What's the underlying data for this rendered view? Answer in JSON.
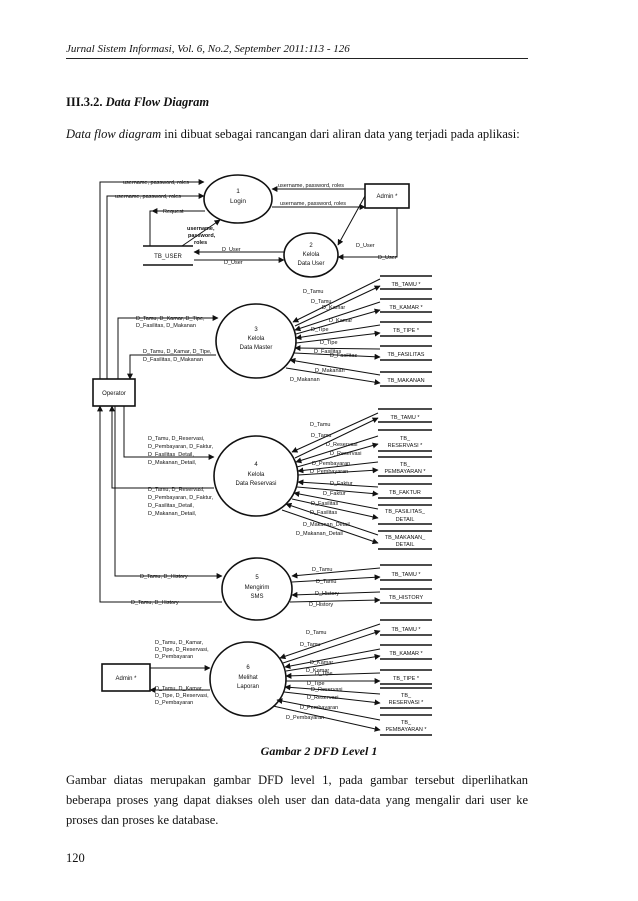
{
  "header": "Jurnal Sistem Informasi, Vol. 6, No.2, September 2011:113 - 126",
  "section": {
    "number": "III.3.2.",
    "title": "Data Flow Diagram"
  },
  "intro": {
    "italic": "Data flow diagram",
    "rest": " ini dibuat sebagai rancangan dari aliran data yang terjadi pada aplikasi:"
  },
  "caption": "Gambar 2 DFD Level 1",
  "body_text": "Gambar diatas merupakan gambar DFD level 1, pada gambar tersebut diperlihatkan beberapa proses yang dapat diakses oleh user dan data-data yang mengalir dari user ke proses dan proses ke database.",
  "page_number": "120",
  "dfd": {
    "entities": {
      "operator": "Operator",
      "admin_top": "Admin *",
      "admin_bottom": "Admin *"
    },
    "processes": {
      "p1": [
        "1",
        "Login"
      ],
      "p2": [
        "2",
        "Kelola",
        "Data User"
      ],
      "p3": [
        "3",
        "Kelola",
        "Data Master"
      ],
      "p4": [
        "4",
        "Kelola",
        "Data Reservasi"
      ],
      "p5": [
        "5",
        "Mengirim",
        "SMS"
      ],
      "p6": [
        "6",
        "Melihat",
        "Laporan"
      ]
    },
    "stores": {
      "tb_user": "TB_USER",
      "m1": "TB_TAMU *",
      "m2": "TB_KAMAR *",
      "m3": "TB_TIPE *",
      "m4": "TB_FASILITAS",
      "m5": "TB_MAKANAN",
      "r1": "TB_TAMU *",
      "r2a": "TB_",
      "r2b": "RESERVASI *",
      "r3a": "TB_",
      "r3b": "PEMBAYARAN *",
      "r4": "TB_FAKTUR",
      "r5a": "TB_FASILITAS_",
      "r5b": "DETAIL",
      "r6a": "TB_MAKANAN_",
      "r6b": "DETAIL",
      "s1": "TB_TAMU *",
      "s2": "TB_HISTORY",
      "l1": "TB_TAMU *",
      "l2": "TB_KAMAR *",
      "l3": "TB_TIPE *",
      "l4a": "TB_",
      "l4b": "RESERVASI *",
      "l5a": "TB_",
      "l5b": "PEMBAYARAN *"
    },
    "labels": {
      "up1": "username, password, roles",
      "up2": "username, password, roles",
      "request": "Request",
      "up_admin1": "username, password, roles",
      "up_admin2": "username, password, roles",
      "upr_bold1": "username,",
      "upr_bold2": "password,",
      "upr_bold3": "roles",
      "duser1": "D_User",
      "duser2": "D_User",
      "duser3": "D_User",
      "duser4": "D_User",
      "op_m1": "D_Tamu, D_Kamar, D_Tipe,",
      "op_m2": "D_Fasilitas, D_Makanan",
      "op_m3": "D_Tamu, D_Kamar, D_Tipe,",
      "op_m4": "D_Fasilitas, D_Makanan",
      "m_f1": "D_Tamu",
      "m_f2": "D_Tamu",
      "m_f3": "D_Kamar",
      "m_f4": "D_Kamar",
      "m_f5": "D_Tipe",
      "m_f6": "D_Tipe",
      "m_f7": "D_Fasilitas",
      "m_f8": "D_Fasilitas",
      "m_f9": "D_Makanan",
      "m_f10": "D_Makanan",
      "op_r1": "D_Tamu, D_Reservasi,",
      "op_r2": "D_Pembayaran, D_Faktur,",
      "op_r3": "D_Fasilitas_Detail,",
      "op_r4": "D_Makanan_Detail,",
      "op_r5": "D_Tamu, D_Reservasi,",
      "op_r6": "D_Pembayaran, D_Faktur,",
      "op_r7": "D_Fasilitas_Detail,",
      "op_r8": "D_Makanan_Detail,",
      "r_f1": "D_Tamu",
      "r_f2": "D_Tamu",
      "r_f3": "D_Reservasi",
      "r_f4": "D_Reservasi",
      "r_f5": "D_Pembayaran",
      "r_f6": "D_Pembayaran",
      "r_f7": "D_Faktur",
      "r_f8": "D_Faktur",
      "r_f9": "D_Fasilitas",
      "r_f10": "D_Fasilitas",
      "r_f11": "D_Makanan_Detail",
      "r_f12": "D_Makanan_Detail",
      "op_s1": "D_Tamu, D_History",
      "op_s2": "D_Tamu, D_History",
      "s_f1": "D_Tamu",
      "s_f2": "D_Tamu",
      "s_f3": "D_History",
      "s_f4": "D_History",
      "ad_l1": "D_Tamu, D_Kamar,",
      "ad_l2": "D_Tipe, D_Reservasi,",
      "ad_l3": "D_Pembayaran",
      "ad_l4": "D_Tamu, D_Kamar,",
      "ad_l5": "D_Tipe, D_Reservasi,",
      "ad_l6": "D_Pembayaran",
      "l_f1": "D_Tamu",
      "l_f2": "D_Tamu",
      "l_f3": "D_Kamar",
      "l_f4": "D_Kamar",
      "l_f5": "D_Tipe",
      "l_f6": "D_Tipe",
      "l_f7": "D_Reservasi",
      "l_f8": "D_Reservasi",
      "l_f9": "D_Pembayaran",
      "l_f10": "D_Pembayaran"
    }
  }
}
